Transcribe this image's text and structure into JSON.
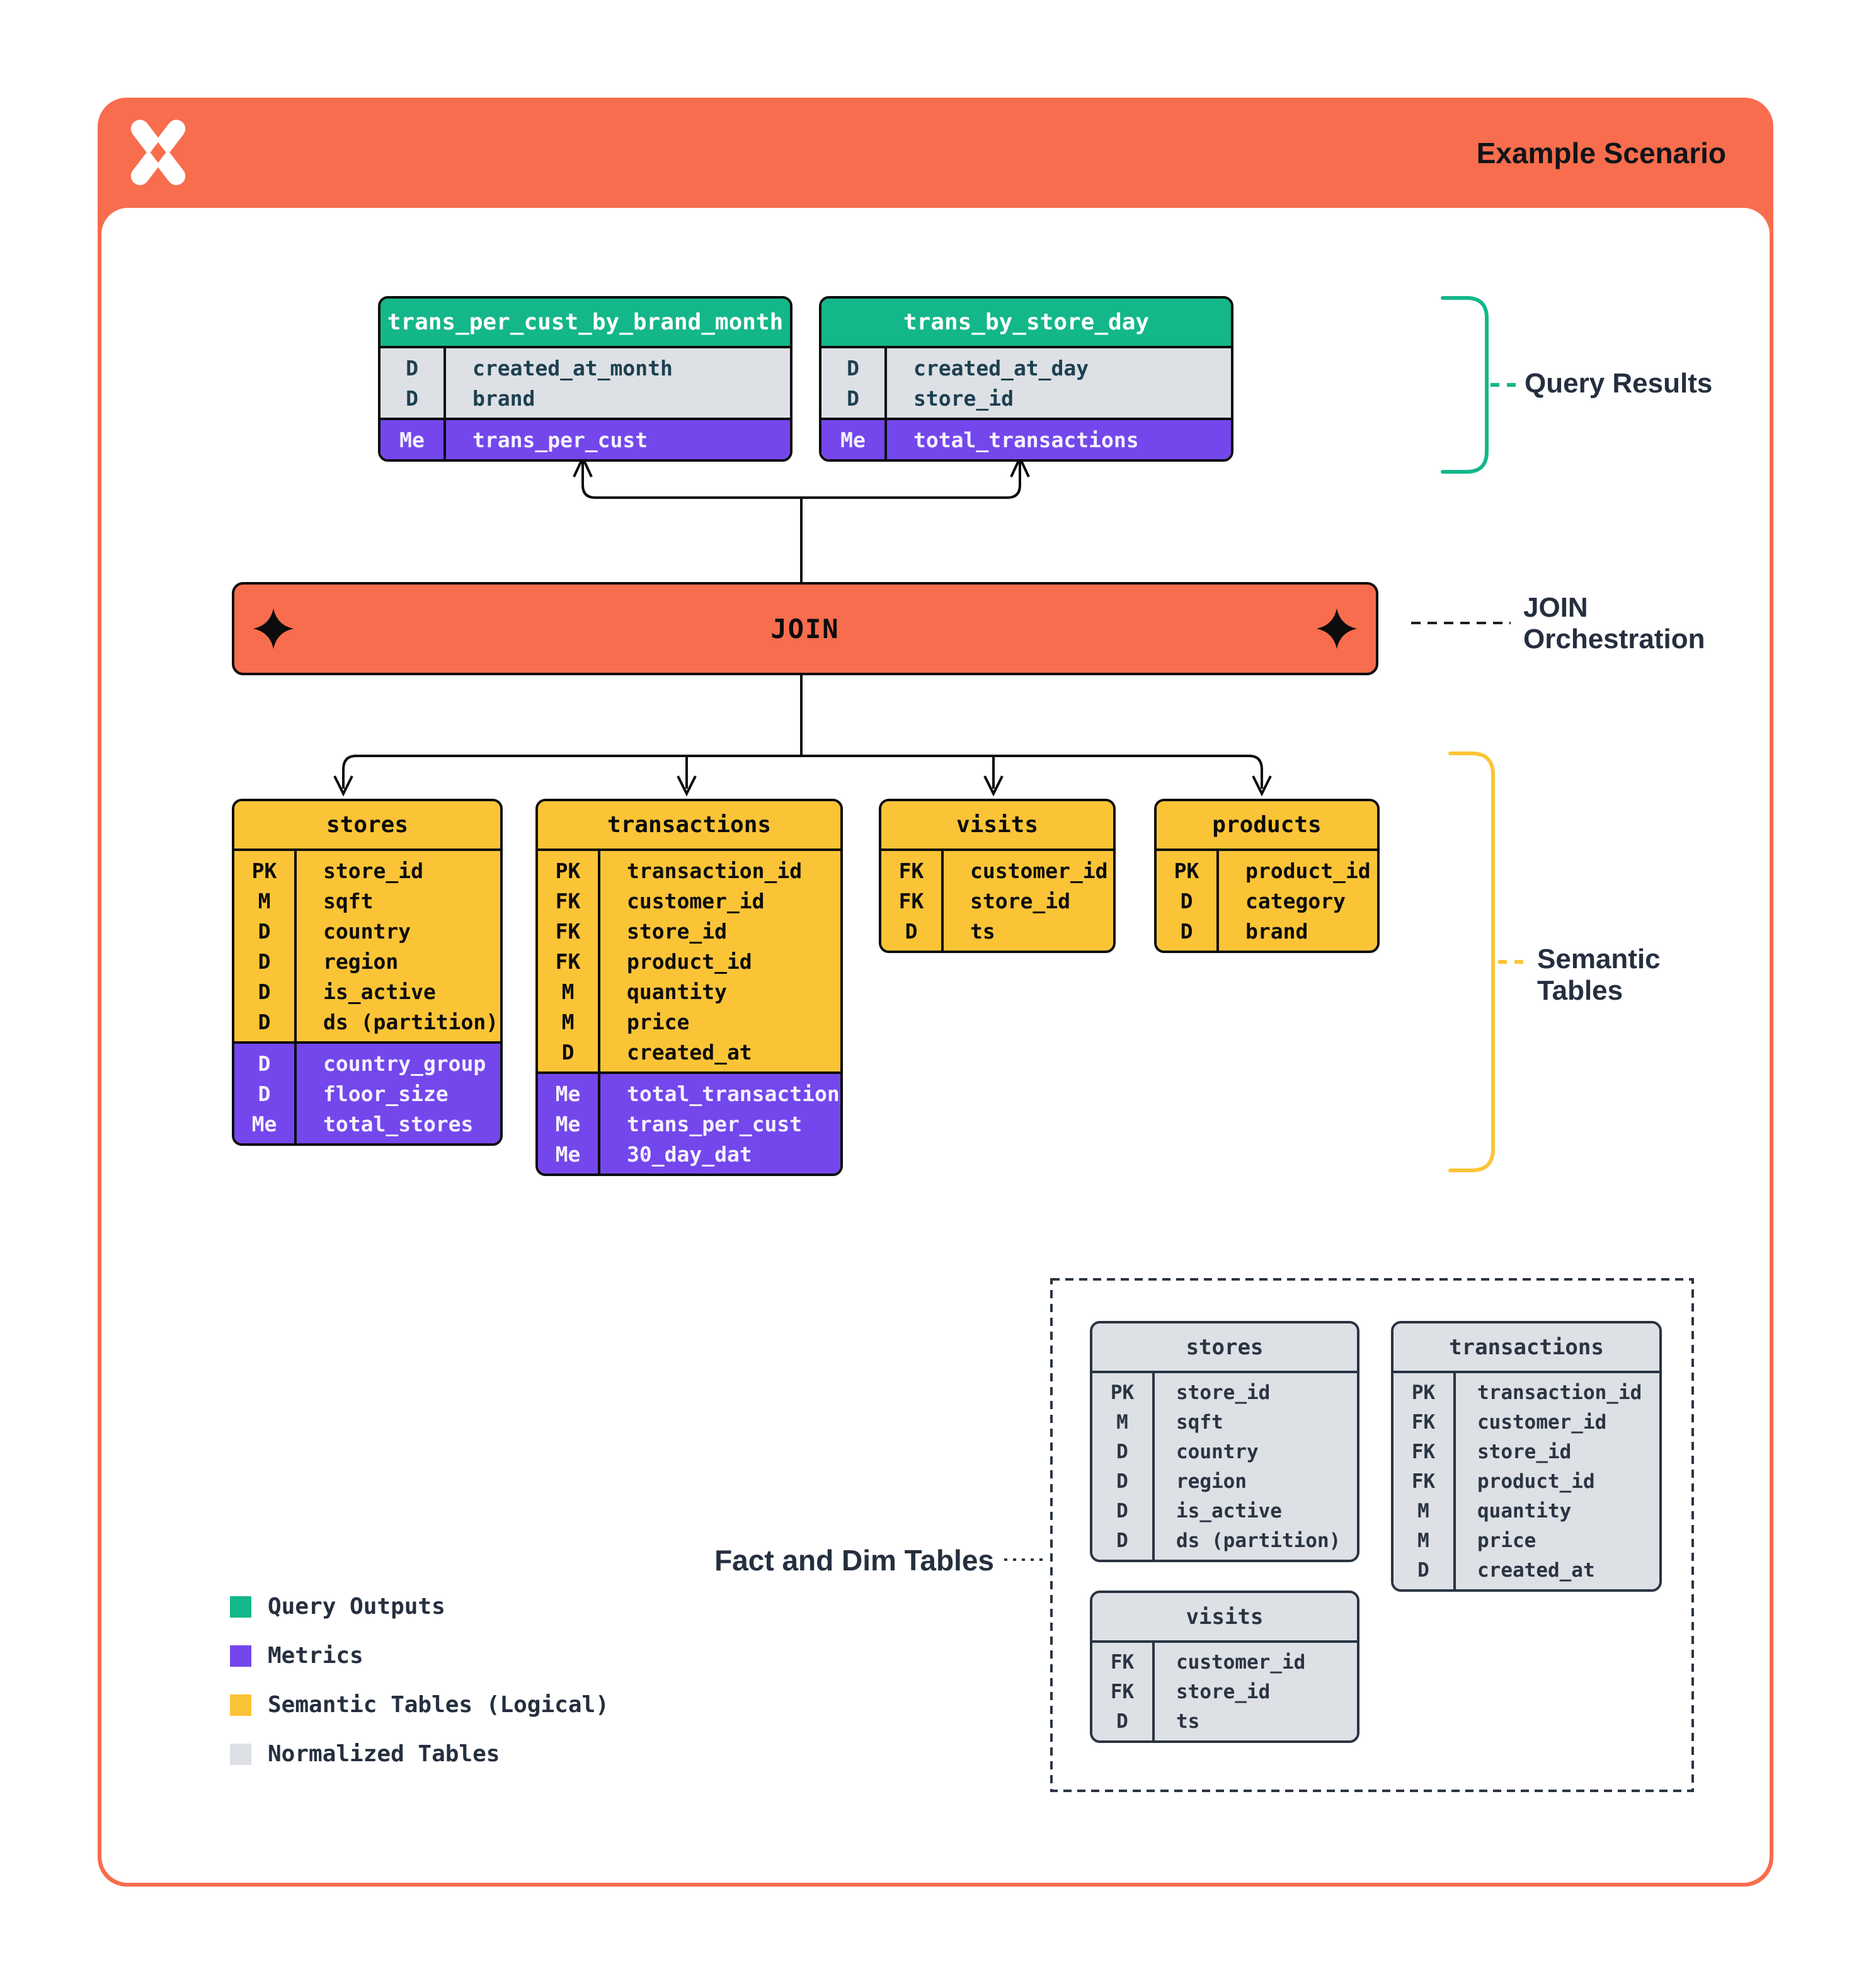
{
  "header": {
    "title": "Example Scenario",
    "logo": "x-mark-logo"
  },
  "colors": {
    "orange": "#F86D4D",
    "green": "#14B789",
    "purple": "#7447EC",
    "yellow": "#FBC437",
    "grayrow": "#DDE0E5",
    "navy": "#2A3442",
    "tealnavy": "#1D4050"
  },
  "join": {
    "label": "JOIN"
  },
  "labels": {
    "query_results": "Query Results",
    "join_orch_line1": "JOIN",
    "join_orch_line2": "Orchestration",
    "semantic_line1": "Semantic",
    "semantic_line2": "Tables",
    "fact_dim": "Fact and Dim Tables"
  },
  "tables": {
    "result1": {
      "name": "trans_per_cust_by_brand_month",
      "sections": [
        {
          "style": "gray",
          "rows": [
            [
              "D",
              "created_at_month"
            ],
            [
              "D",
              "brand"
            ]
          ]
        },
        {
          "style": "purple",
          "rows": [
            [
              "Me",
              "trans_per_cust"
            ]
          ]
        }
      ]
    },
    "result2": {
      "name": "trans_by_store_day",
      "sections": [
        {
          "style": "gray",
          "rows": [
            [
              "D",
              "created_at_day"
            ],
            [
              "D",
              "store_id"
            ]
          ]
        },
        {
          "style": "purple",
          "rows": [
            [
              "Me",
              "total_transactions"
            ]
          ]
        }
      ]
    },
    "stores": {
      "name": "stores",
      "sections": [
        {
          "style": "yellow",
          "rows": [
            [
              "PK",
              "store_id"
            ],
            [
              "M",
              "sqft"
            ],
            [
              "D",
              "country"
            ],
            [
              "D",
              "region"
            ],
            [
              "D",
              "is_active"
            ],
            [
              "D",
              "ds (partition)"
            ]
          ]
        },
        {
          "style": "purple",
          "rows": [
            [
              "D",
              "country_group"
            ],
            [
              "D",
              "floor_size"
            ],
            [
              "Me",
              "total_stores"
            ]
          ]
        }
      ]
    },
    "transactions": {
      "name": "transactions",
      "sections": [
        {
          "style": "yellow",
          "rows": [
            [
              "PK",
              "transaction_id"
            ],
            [
              "FK",
              "customer_id"
            ],
            [
              "FK",
              "store_id"
            ],
            [
              "FK",
              "product_id"
            ],
            [
              "M",
              "quantity"
            ],
            [
              "M",
              "price"
            ],
            [
              "D",
              "created_at"
            ]
          ]
        },
        {
          "style": "purple",
          "rows": [
            [
              "Me",
              "total_transactions"
            ],
            [
              "Me",
              "trans_per_cust"
            ],
            [
              "Me",
              "30_day_dat"
            ]
          ]
        }
      ]
    },
    "visits": {
      "name": "visits",
      "sections": [
        {
          "style": "yellow",
          "rows": [
            [
              "FK",
              "customer_id"
            ],
            [
              "FK",
              "store_id"
            ],
            [
              "D",
              "ts"
            ]
          ]
        }
      ]
    },
    "products": {
      "name": "products",
      "sections": [
        {
          "style": "yellow",
          "rows": [
            [
              "PK",
              "product_id"
            ],
            [
              "D",
              "category"
            ],
            [
              "D",
              "brand"
            ]
          ]
        }
      ]
    },
    "norm_stores": {
      "name": "stores",
      "sections": [
        {
          "style": "norm",
          "rows": [
            [
              "PK",
              "store_id"
            ],
            [
              "M",
              "sqft"
            ],
            [
              "D",
              "country"
            ],
            [
              "D",
              "region"
            ],
            [
              "D",
              "is_active"
            ],
            [
              "D",
              "ds (partition)"
            ]
          ]
        }
      ]
    },
    "norm_transactions": {
      "name": "transactions",
      "sections": [
        {
          "style": "norm",
          "rows": [
            [
              "PK",
              "transaction_id"
            ],
            [
              "FK",
              "customer_id"
            ],
            [
              "FK",
              "store_id"
            ],
            [
              "FK",
              "product_id"
            ],
            [
              "M",
              "quantity"
            ],
            [
              "M",
              "price"
            ],
            [
              "D",
              "created_at"
            ]
          ]
        }
      ]
    },
    "norm_visits": {
      "name": "visits",
      "sections": [
        {
          "style": "norm",
          "rows": [
            [
              "FK",
              "customer_id"
            ],
            [
              "FK",
              "store_id"
            ],
            [
              "D",
              "ts"
            ]
          ]
        }
      ]
    }
  },
  "legend": {
    "items": [
      {
        "color": "#14B789",
        "label": "Query Outputs"
      },
      {
        "color": "#7447EC",
        "label": "Metrics"
      },
      {
        "color": "#FBC437",
        "label": "Semantic Tables (Logical)"
      },
      {
        "color": "#DDE0E5",
        "label": "Normalized Tables"
      }
    ]
  }
}
